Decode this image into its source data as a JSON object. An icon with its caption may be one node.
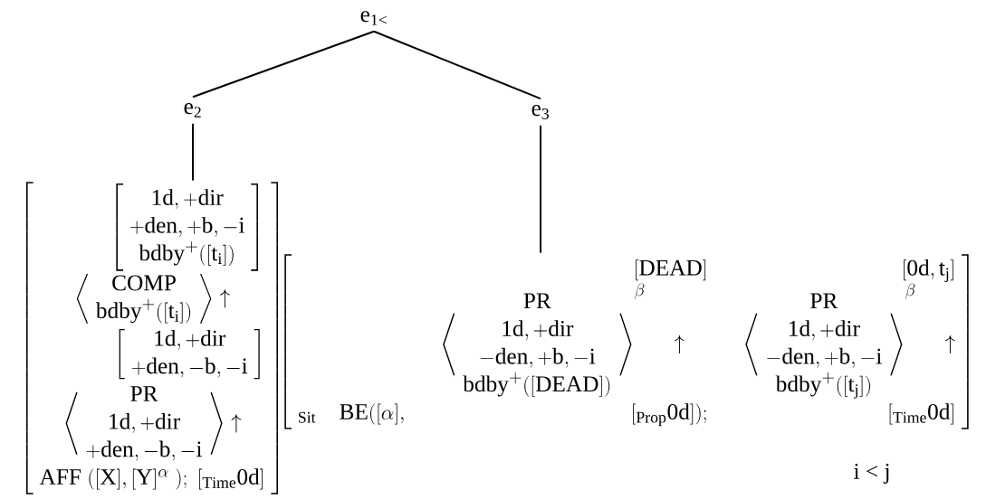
{
  "diagram": {
    "nodes": [
      {
        "text": [
          "e$_{1<}$"
        ]
      },
      {
        "text": [
          "e$_{2}$"
        ]
      },
      {
        "text": [
          "e$_{3}$"
        ]
      },
      {
        "text": [
          "\\left[\\begin{array}{c}\\hfill\\left[\\begin{array}{c}\\mathrm{1d},+\\mathrm{dir}\\\\+\\mathrm{den},+\\mathrm{b},-\\mathrm{i}\\\\\\mathrm{bdby}^{+}([\\mathrm{t}_{\\mathrm{i}}])\\end{array}\\right]\\\\\\left\\langle\\begin{array}{c}\\mathrm{COMP}\\\\\\mathrm{bdby}^{+}([\\mathrm{t}_{\\mathrm{i}}])\\end{array}\\right\\rangle\\uparrow\\\\\\hfill\\left[\\begin{array}{c}\\mathrm{1d},+\\mathrm{dir}\\\\+\\mathrm{den},-\\mathrm{b},-\\mathrm{i}\\end{array}\\right]\\\\\\left\\langle\\begin{array}{c}\\mathrm{PR}\\\\\\mathrm{1d},+\\mathrm{dir}\\\\+\\mathrm{den},-\\mathrm{b},-\\mathrm{i}\\end{array}\\right\\rangle\\uparrow\\\\\\mathrm{AFF}\\;([\\mathrm{X}],[\\mathrm{Y}]^{\\alpha}\\;);\\;[_{\\mathrm{Time}}\\mathrm{0d}]\\end{array}\\right]"
        ]
      },
      {
        "text": [
          "\\left[\\begin{array}{lrr}&[\\mathrm{DEAD}]&[\\mathrm{0d},\\mathrm{t}_{\\mathrm{j}}]\\\\&\\left\\langle\\begin{array}{c}\\mathrm{PR}\\\\\\mathrm{1d},+\\mathrm{dir}\\\\-\\mathrm{den},+\\mathrm{b},-\\mathrm{i}\\\\\\mathrm{bdby}^{+}([\\mathrm{DEAD}])\\end{array}\\right\\rangle^{\\beta}\\quad\\uparrow\\quad&\\quad\\left\\langle\\begin{array}{c}\\mathrm{PR}\\\\\\mathrm{1d},+\\mathrm{dir}\\\\-\\mathrm{den},+\\mathrm{b},-\\mathrm{i}\\\\\\mathrm{bdby}^{+}([\\mathrm{t}_{\\mathrm{j}}])\\end{array}\\right\\rangle^{\\beta}\\quad\\uparrow\\\\{}_{\\mathrm{Sit}}\\quad\\mathrm{BE}([\\alpha],\\quad&[_{\\mathrm{Prop}}\\mathrm{0d}]);&[_{\\mathrm{Time}}\\mathrm{0d}]\\end{array}\\right]"
        ]
      }
    ],
    "edges": [
      {
        "from": 0,
        "to": 1,
        "arrow": "none"
      },
      {
        "from": 0,
        "to": 2,
        "arrow": "none"
      },
      {
        "from": 1,
        "to": 3,
        "arrow": "none"
      },
      {
        "from": 2,
        "to": 4,
        "arrow": "none"
      }
    ],
    "labels": [
      "i < j"
    ]
  }
}
